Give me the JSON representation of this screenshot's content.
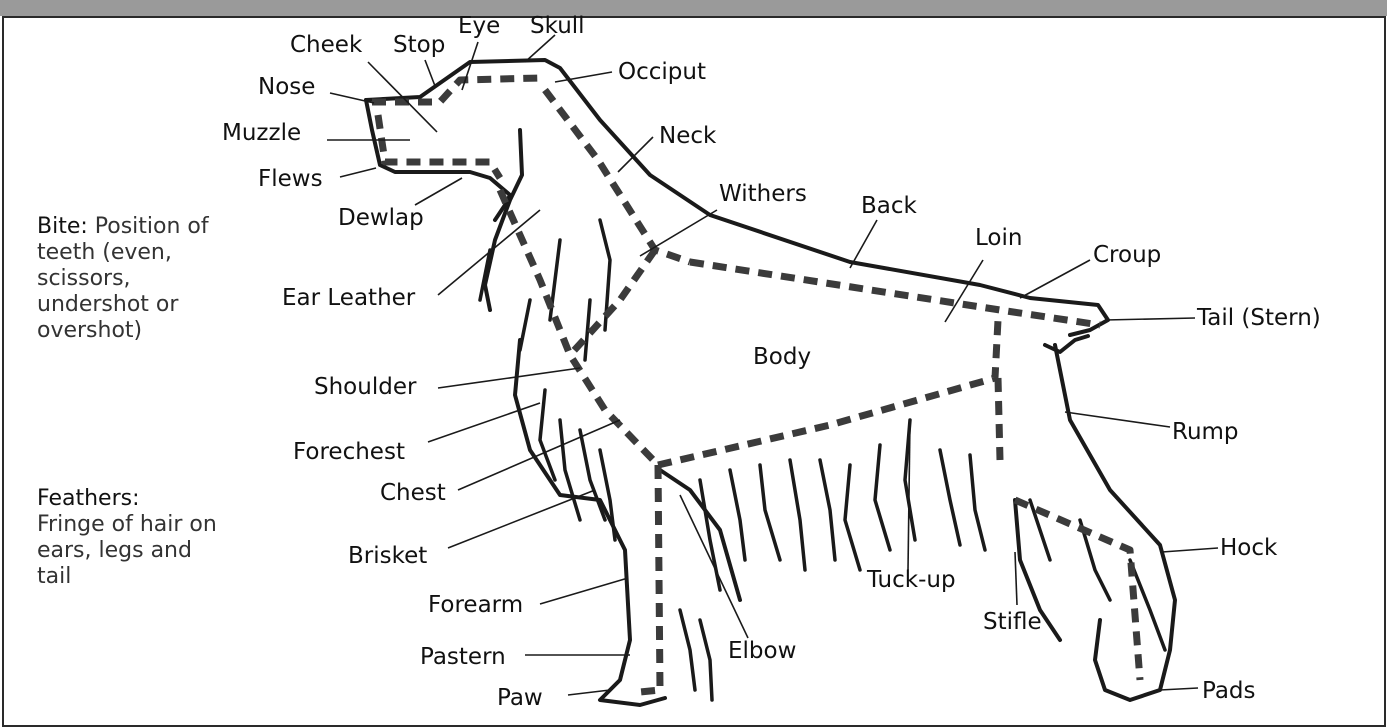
{
  "notes": {
    "bite_term": "Bite:",
    "bite_text": "Position of teeth (even, scissors, undershot or overshot)",
    "feathers_term": "Feathers:",
    "feathers_text": "Fringe of hair on ears, legs and tail"
  },
  "labels": {
    "cheek": "Cheek",
    "stop": "Stop",
    "eye": "Eye",
    "skull": "Skull",
    "occiput": "Occiput",
    "nose": "Nose",
    "muzzle": "Muzzle",
    "flews": "Flews",
    "dewlap": "Dewlap",
    "neck": "Neck",
    "withers": "Withers",
    "back": "Back",
    "loin": "Loin",
    "croup": "Croup",
    "tail": "Tail (Stern)",
    "ear_leather": "Ear Leather",
    "body": "Body",
    "shoulder": "Shoulder",
    "rump": "Rump",
    "forechest": "Forechest",
    "chest": "Chest",
    "brisket": "Brisket",
    "hock": "Hock",
    "tuckup": "Tuck-up",
    "forearm": "Forearm",
    "stifle": "Stifle",
    "elbow": "Elbow",
    "pastern": "Pastern",
    "paw": "Paw",
    "pads": "Pads"
  }
}
